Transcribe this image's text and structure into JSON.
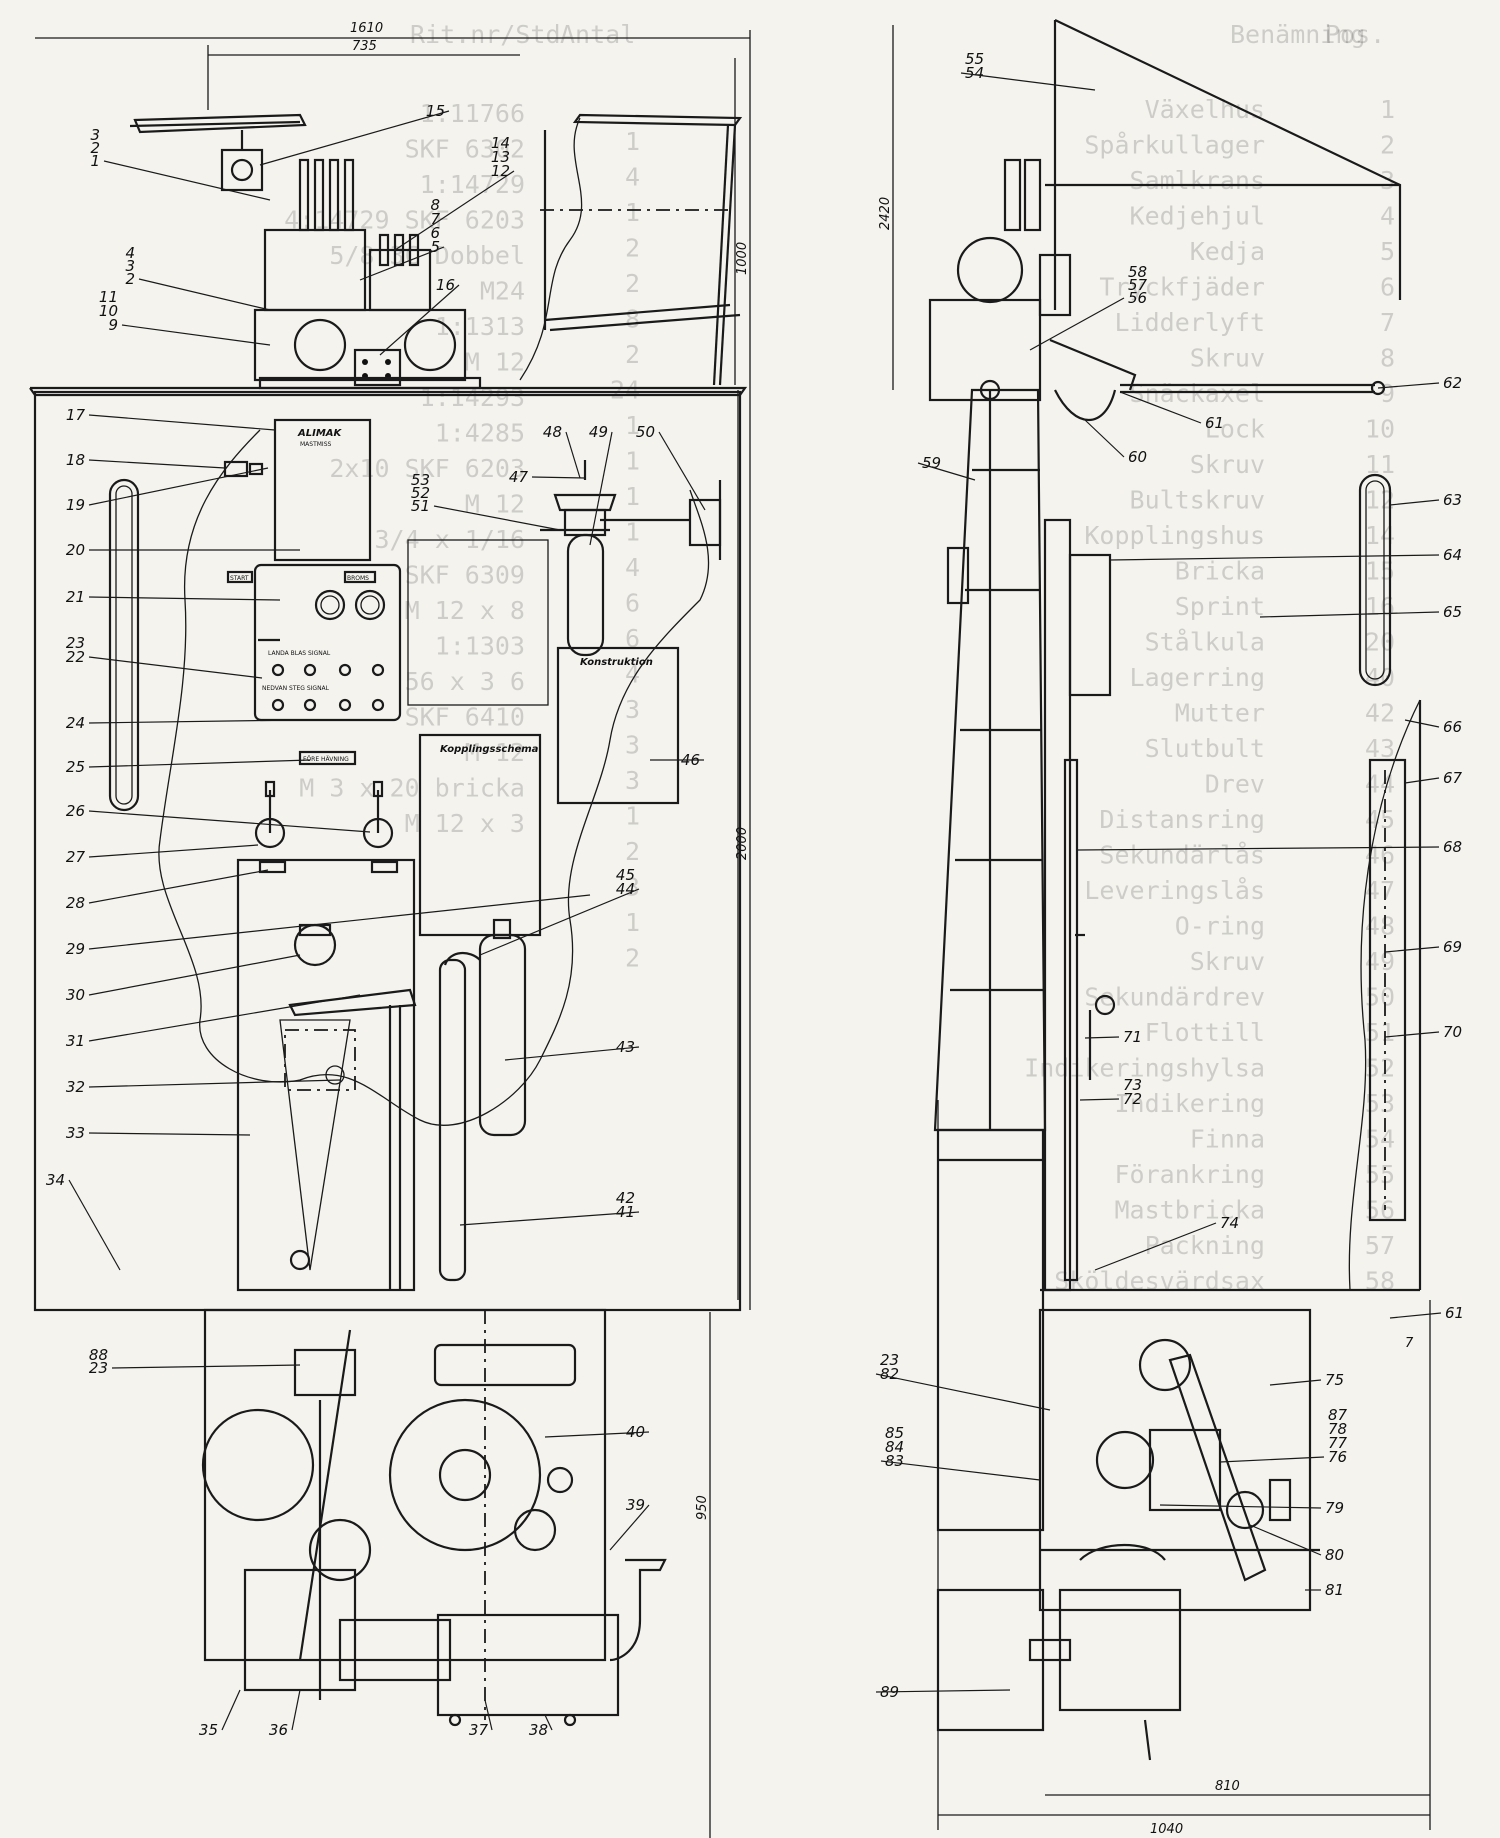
{
  "dimensions": {
    "total_width": "1610",
    "body_width": "735",
    "upper_height": "1000",
    "body_height": "2000",
    "lower_height": "950",
    "side_height": "2420",
    "side_base_810": "810",
    "side_base_1040": "1040",
    "side_offset": "7"
  },
  "signs": {
    "alimak_brand": "ALIMAK",
    "alimak_sub": "MASTMISS",
    "panel_tl": "START",
    "panel_tr": "BROMS",
    "panel_row": "LANDA   BLAS   SIGNAL",
    "panel_row2": "NEDVAN   STEG   SIGNAL",
    "konstruktion": "Konstruktion",
    "kopplingsschema": "Kopplingsschema",
    "small_plate": "FÖRE HÄVNING"
  },
  "table_header": {
    "col_pos": "Pos.",
    "col_benamning": "Benämning",
    "col_antal": "Antal",
    "col_ritning": "Rit.nr/Std"
  },
  "bg_benamning": [
    "Växelhus",
    "Spårkullager",
    "Samlkrans",
    "Kedjehjul",
    "Kedja",
    "Tryckfjäder",
    "Lidderlyft",
    "Skruv",
    "Snäckaxel",
    "Lock",
    "Skruv",
    "Bultskruv",
    "Kopplingshus",
    "Bricka",
    "Sprint",
    "Stålkula",
    "Lagerring",
    "Mutter",
    "Slutbult",
    "Drev",
    "Distansring",
    "Sekundärlås",
    "Leveringslås",
    "O-ring",
    "Skruv",
    "Sekundärdrev",
    "Flottill",
    "Indikeringshylsa",
    "Indikering",
    "Finna",
    "Förankring",
    "Mastbricka",
    "Packning",
    "Sköldesvärdsax"
  ],
  "bg_pos": [
    "1",
    "2",
    "3",
    "4",
    "5",
    "6",
    "7",
    "8",
    "9",
    "10",
    "11",
    "12",
    "14",
    "15",
    "16",
    "20",
    "40",
    "42",
    "43",
    "44",
    "45",
    "46",
    "47",
    "48",
    "49",
    "50",
    "51",
    "52",
    "53",
    "54",
    "55",
    "56",
    "57",
    "58"
  ],
  "bg_qty": [
    "1",
    "4",
    "1",
    "2",
    "2",
    "8",
    "2",
    "24",
    "1",
    "1",
    "1",
    "1",
    "4",
    "6",
    "6",
    "4",
    "3",
    "3",
    "3",
    "1",
    "2",
    "3",
    "1",
    "2"
  ],
  "bg_ritnr": [
    "1:11766",
    "SKF 6302",
    "1:14729",
    "4:14729 SKF 6203",
    "5/8 3C Dobbel",
    "M24",
    "1:1313",
    "M 12",
    "1:14293",
    "1:4285",
    "2x10 SKF 6203",
    "M 12",
    "3/4 x 1/16",
    "SKF 6309",
    "M 12 x 8",
    "1:1303",
    "56 x 3 6",
    "SKF 6410",
    "M 12",
    "M 3 x 20 bricka",
    "M 12 x 3"
  ],
  "callouts_left": [
    {
      "id": "c3a",
      "text": "3"
    },
    {
      "id": "c2a",
      "text": "2"
    },
    {
      "id": "c1",
      "text": "1"
    },
    {
      "id": "c4",
      "text": "4"
    },
    {
      "id": "c3b",
      "text": "3"
    },
    {
      "id": "c2b",
      "text": "2"
    },
    {
      "id": "c11",
      "text": "11"
    },
    {
      "id": "c10",
      "text": "10"
    },
    {
      "id": "c9",
      "text": "9"
    },
    {
      "id": "c15",
      "text": "15"
    },
    {
      "id": "c14",
      "text": "14"
    },
    {
      "id": "c13",
      "text": "13"
    },
    {
      "id": "c12",
      "text": "12"
    },
    {
      "id": "c8",
      "text": "8"
    },
    {
      "id": "c7",
      "text": "7"
    },
    {
      "id": "c6",
      "text": "6"
    },
    {
      "id": "c5",
      "text": "5"
    },
    {
      "id": "c16",
      "text": "16"
    },
    {
      "id": "c17",
      "text": "17"
    },
    {
      "id": "c18",
      "text": "18"
    },
    {
      "id": "c19",
      "text": "19"
    },
    {
      "id": "c20",
      "text": "20"
    },
    {
      "id": "c21",
      "text": "21"
    },
    {
      "id": "c23",
      "text": "23"
    },
    {
      "id": "c22",
      "text": "22"
    },
    {
      "id": "c24",
      "text": "24"
    },
    {
      "id": "c25",
      "text": "25"
    },
    {
      "id": "c26",
      "text": "26"
    },
    {
      "id": "c27",
      "text": "27"
    },
    {
      "id": "c28",
      "text": "28"
    },
    {
      "id": "c29",
      "text": "29"
    },
    {
      "id": "c30",
      "text": "30"
    },
    {
      "id": "c31",
      "text": "31"
    },
    {
      "id": "c32",
      "text": "32"
    },
    {
      "id": "c33",
      "text": "33"
    },
    {
      "id": "c34",
      "text": "34"
    },
    {
      "id": "c48",
      "text": "48"
    },
    {
      "id": "c49",
      "text": "49"
    },
    {
      "id": "c50",
      "text": "50"
    },
    {
      "id": "c47",
      "text": "47"
    },
    {
      "id": "c53",
      "text": "53"
    },
    {
      "id": "c52",
      "text": "52"
    },
    {
      "id": "c51",
      "text": "51"
    },
    {
      "id": "c46",
      "text": "46"
    },
    {
      "id": "c45",
      "text": "45"
    },
    {
      "id": "c44",
      "text": "44"
    },
    {
      "id": "c43",
      "text": "43"
    },
    {
      "id": "c42",
      "text": "42"
    },
    {
      "id": "c41",
      "text": "41"
    },
    {
      "id": "c88",
      "text": "88"
    },
    {
      "id": "c23b",
      "text": "23"
    },
    {
      "id": "c40",
      "text": "40"
    },
    {
      "id": "c39",
      "text": "39"
    },
    {
      "id": "c35",
      "text": "35"
    },
    {
      "id": "c36",
      "text": "36"
    },
    {
      "id": "c37",
      "text": "37"
    },
    {
      "id": "c38",
      "text": "38"
    }
  ],
  "callouts_right": [
    {
      "id": "c55",
      "text": "55"
    },
    {
      "id": "c54",
      "text": "54"
    },
    {
      "id": "c58",
      "text": "58"
    },
    {
      "id": "c57",
      "text": "57"
    },
    {
      "id": "c56",
      "text": "56"
    },
    {
      "id": "c62",
      "text": "62"
    },
    {
      "id": "c60",
      "text": "60"
    },
    {
      "id": "c61a",
      "text": "61"
    },
    {
      "id": "c59",
      "text": "59"
    },
    {
      "id": "c63",
      "text": "63"
    },
    {
      "id": "c64",
      "text": "64"
    },
    {
      "id": "c65",
      "text": "65"
    },
    {
      "id": "c66",
      "text": "66"
    },
    {
      "id": "c67",
      "text": "67"
    },
    {
      "id": "c68",
      "text": "68"
    },
    {
      "id": "c69",
      "text": "69"
    },
    {
      "id": "c70",
      "text": "70"
    },
    {
      "id": "c71",
      "text": "71"
    },
    {
      "id": "c73",
      "text": "73"
    },
    {
      "id": "c72",
      "text": "72"
    },
    {
      "id": "c74",
      "text": "74"
    },
    {
      "id": "c61b",
      "text": "61"
    },
    {
      "id": "c23c",
      "text": "23"
    },
    {
      "id": "c82",
      "text": "82"
    },
    {
      "id": "c75",
      "text": "75"
    },
    {
      "id": "c85",
      "text": "85"
    },
    {
      "id": "c84",
      "text": "84"
    },
    {
      "id": "c83",
      "text": "83"
    },
    {
      "id": "c87",
      "text": "87"
    },
    {
      "id": "c78",
      "text": "78"
    },
    {
      "id": "c77",
      "text": "77"
    },
    {
      "id": "c76",
      "text": "76"
    },
    {
      "id": "c79",
      "text": "79"
    },
    {
      "id": "c80",
      "text": "80"
    },
    {
      "id": "c81",
      "text": "81"
    },
    {
      "id": "c89",
      "text": "89"
    }
  ]
}
